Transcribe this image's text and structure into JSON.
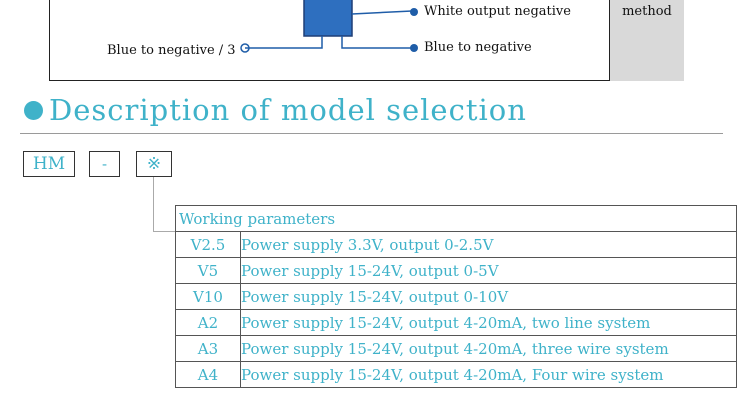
{
  "wiring": {
    "labels": {
      "white_output_negative": "White output negative",
      "blue_to_negative_right": "Blue to negative",
      "blue_to_negative_left": "Blue to negative / 3"
    },
    "method_label": "method",
    "colors": {
      "box_fill": "#2e6fbf",
      "line": "#1f5da8"
    }
  },
  "section": {
    "title": "Description of model selection",
    "accent_color": "#3fb2c9"
  },
  "model_code": {
    "prefix": "HM",
    "separator": "-",
    "placeholder": "※"
  },
  "params_table": {
    "header": "Working parameters",
    "rows": [
      {
        "code": "V2.5",
        "description": "Power supply 3.3V, output 0-2.5V"
      },
      {
        "code": "V5",
        "description": "Power supply 15-24V, output 0-5V"
      },
      {
        "code": "V10",
        "description": "Power supply 15-24V, output 0-10V"
      },
      {
        "code": "A2",
        "description": "Power supply 15-24V, output 4-20mA, two line system"
      },
      {
        "code": "A3",
        "description": "Power supply 15-24V, output 4-20mA, three wire system"
      },
      {
        "code": "A4",
        "description": "Power supply 15-24V, output 4-20mA, Four wire system"
      }
    ]
  }
}
